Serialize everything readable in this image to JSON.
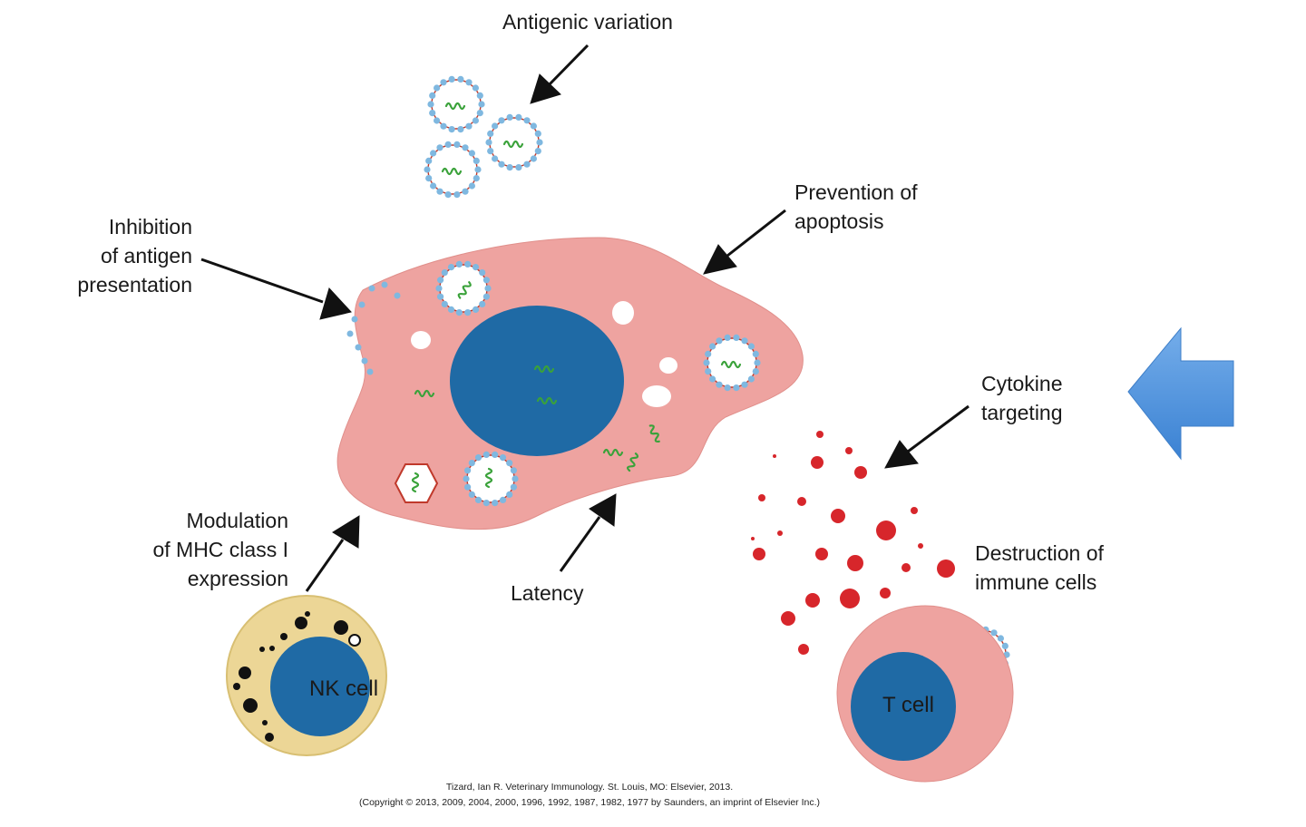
{
  "labels": {
    "antigenic_variation": "Antigenic variation",
    "prevention_line1": "Prevention of",
    "prevention_line2": "apoptosis",
    "inhibition_line1": "Inhibition",
    "inhibition_line2": "of antigen",
    "inhibition_line3": "presentation",
    "cytokine_line1": "Cytokine",
    "cytokine_line2": "targeting",
    "modulation_line1": "Modulation",
    "modulation_line2": "of MHC class I",
    "modulation_line3": "expression",
    "latency": "Latency",
    "destruction_line1": "Destruction of",
    "destruction_line2": "immune cells",
    "nk_cell": "NK cell",
    "t_cell": "T cell"
  },
  "credit": {
    "line1": "Tizard, Ian R. Veterinary Immunology. St. Louis, MO: Elsevier, 2013.",
    "line2": "(Copyright © 2013, 2009, 2004, 2000, 1996, 1992, 1987, 1982, 1977 by Saunders, an imprint of Elsevier Inc.)"
  },
  "colors": {
    "host_cell": "#eea3a0",
    "nucleus": "#1f6aa5",
    "virion_dots": "#7fb8e0",
    "rna": "#3aa23a",
    "cytokine": "#d7262b",
    "nk_cytoplasm": "#ecd696",
    "arrow": "#111111",
    "big_arrow": "#4a90d9"
  }
}
